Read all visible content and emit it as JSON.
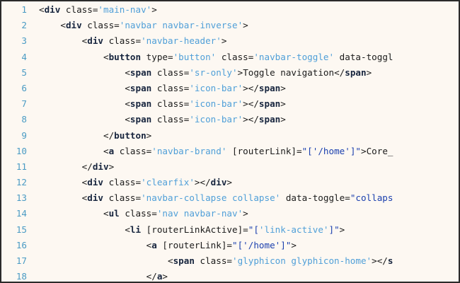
{
  "viewer": {
    "name": "html-source-code-viewer",
    "language": "html",
    "background_color": "#fdf8f2",
    "border_color": "#2b2b2b",
    "line_number_color": "#4a9bc4",
    "first_line": 1,
    "last_line": 18,
    "total_visible_lines": 18
  },
  "palette": {
    "tag": "#16243d",
    "attribute": "#1b1b1b",
    "single_quoted_string": "#4f9fd8",
    "double_quoted_string": "#1a3fae",
    "text": "#1b1b1b"
  },
  "line_numbers": [
    "1",
    "2",
    "3",
    "4",
    "5",
    "6",
    "7",
    "8",
    "9",
    "10",
    "11",
    "12",
    "13",
    "14",
    "15",
    "16",
    "17",
    "18"
  ],
  "lines": [
    {
      "number": "1",
      "indent": 0,
      "plain": "<div class='main-nav'>",
      "tokens": [
        {
          "t": "punct",
          "v": "<"
        },
        {
          "t": "tag",
          "v": "div"
        },
        {
          "t": "attr",
          "v": " class="
        },
        {
          "t": "str1",
          "v": "'main-nav'"
        },
        {
          "t": "punct",
          "v": ">"
        }
      ]
    },
    {
      "number": "2",
      "indent": 1,
      "plain": "<div class='navbar navbar-inverse'>",
      "tokens": [
        {
          "t": "punct",
          "v": "<"
        },
        {
          "t": "tag",
          "v": "div"
        },
        {
          "t": "attr",
          "v": " class="
        },
        {
          "t": "str1",
          "v": "'navbar navbar-inverse'"
        },
        {
          "t": "punct",
          "v": ">"
        }
      ]
    },
    {
      "number": "3",
      "indent": 2,
      "plain": "<div class='navbar-header'>",
      "tokens": [
        {
          "t": "punct",
          "v": "<"
        },
        {
          "t": "tag",
          "v": "div"
        },
        {
          "t": "attr",
          "v": " class="
        },
        {
          "t": "str1",
          "v": "'navbar-header'"
        },
        {
          "t": "punct",
          "v": ">"
        }
      ]
    },
    {
      "number": "4",
      "indent": 3,
      "plain": "<button type='button' class='navbar-toggle' data-toggl",
      "clipped": true,
      "tokens": [
        {
          "t": "punct",
          "v": "<"
        },
        {
          "t": "tag",
          "v": "button"
        },
        {
          "t": "attr",
          "v": " type="
        },
        {
          "t": "str1",
          "v": "'button'"
        },
        {
          "t": "attr",
          "v": " class="
        },
        {
          "t": "str1",
          "v": "'navbar-toggle'"
        },
        {
          "t": "attr",
          "v": " data-toggl"
        }
      ]
    },
    {
      "number": "5",
      "indent": 4,
      "plain": "<span class='sr-only'>Toggle navigation</span>",
      "tokens": [
        {
          "t": "punct",
          "v": "<"
        },
        {
          "t": "tag",
          "v": "span"
        },
        {
          "t": "attr",
          "v": " class="
        },
        {
          "t": "str1",
          "v": "'sr-only'"
        },
        {
          "t": "punct",
          "v": ">"
        },
        {
          "t": "text",
          "v": "Toggle navigation"
        },
        {
          "t": "punct",
          "v": "</"
        },
        {
          "t": "tag",
          "v": "span"
        },
        {
          "t": "punct",
          "v": ">"
        }
      ]
    },
    {
      "number": "6",
      "indent": 4,
      "plain": "<span class='icon-bar'></span>",
      "tokens": [
        {
          "t": "punct",
          "v": "<"
        },
        {
          "t": "tag",
          "v": "span"
        },
        {
          "t": "attr",
          "v": " class="
        },
        {
          "t": "str1",
          "v": "'icon-bar'"
        },
        {
          "t": "punct",
          "v": "></"
        },
        {
          "t": "tag",
          "v": "span"
        },
        {
          "t": "punct",
          "v": ">"
        }
      ]
    },
    {
      "number": "7",
      "indent": 4,
      "plain": "<span class='icon-bar'></span>",
      "tokens": [
        {
          "t": "punct",
          "v": "<"
        },
        {
          "t": "tag",
          "v": "span"
        },
        {
          "t": "attr",
          "v": " class="
        },
        {
          "t": "str1",
          "v": "'icon-bar'"
        },
        {
          "t": "punct",
          "v": "></"
        },
        {
          "t": "tag",
          "v": "span"
        },
        {
          "t": "punct",
          "v": ">"
        }
      ]
    },
    {
      "number": "8",
      "indent": 4,
      "plain": "<span class='icon-bar'></span>",
      "tokens": [
        {
          "t": "punct",
          "v": "<"
        },
        {
          "t": "tag",
          "v": "span"
        },
        {
          "t": "attr",
          "v": " class="
        },
        {
          "t": "str1",
          "v": "'icon-bar'"
        },
        {
          "t": "punct",
          "v": "></"
        },
        {
          "t": "tag",
          "v": "span"
        },
        {
          "t": "punct",
          "v": ">"
        }
      ]
    },
    {
      "number": "9",
      "indent": 3,
      "plain": "</button>",
      "tokens": [
        {
          "t": "punct",
          "v": "</"
        },
        {
          "t": "tag",
          "v": "button"
        },
        {
          "t": "punct",
          "v": ">"
        }
      ]
    },
    {
      "number": "10",
      "indent": 3,
      "plain": "<a class='navbar-brand' [routerLink]=\"['/home']\">Core_",
      "clipped": true,
      "tokens": [
        {
          "t": "punct",
          "v": "<"
        },
        {
          "t": "tag",
          "v": "a"
        },
        {
          "t": "attr",
          "v": " class="
        },
        {
          "t": "str1",
          "v": "'navbar-brand'"
        },
        {
          "t": "attr",
          "v": " [routerLink]="
        },
        {
          "t": "str2",
          "v": "\"['/home']\""
        },
        {
          "t": "punct",
          "v": ">"
        },
        {
          "t": "text",
          "v": "Core_"
        }
      ]
    },
    {
      "number": "11",
      "indent": 2,
      "plain": "</div>",
      "tokens": [
        {
          "t": "punct",
          "v": "</"
        },
        {
          "t": "tag",
          "v": "div"
        },
        {
          "t": "punct",
          "v": ">"
        }
      ]
    },
    {
      "number": "12",
      "indent": 2,
      "plain": "<div class='clearfix'></div>",
      "tokens": [
        {
          "t": "punct",
          "v": "<"
        },
        {
          "t": "tag",
          "v": "div"
        },
        {
          "t": "attr",
          "v": " class="
        },
        {
          "t": "str1",
          "v": "'clearfix'"
        },
        {
          "t": "punct",
          "v": "></"
        },
        {
          "t": "tag",
          "v": "div"
        },
        {
          "t": "punct",
          "v": ">"
        }
      ]
    },
    {
      "number": "13",
      "indent": 2,
      "plain": "<div class='navbar-collapse collapse' data-toggle=\"collaps",
      "clipped": true,
      "tokens": [
        {
          "t": "punct",
          "v": "<"
        },
        {
          "t": "tag",
          "v": "div"
        },
        {
          "t": "attr",
          "v": " class="
        },
        {
          "t": "str1",
          "v": "'navbar-collapse collapse'"
        },
        {
          "t": "attr",
          "v": " data-toggle="
        },
        {
          "t": "str2",
          "v": "\"collaps"
        }
      ]
    },
    {
      "number": "14",
      "indent": 3,
      "plain": "<ul class='nav navbar-nav'>",
      "tokens": [
        {
          "t": "punct",
          "v": "<"
        },
        {
          "t": "tag",
          "v": "ul"
        },
        {
          "t": "attr",
          "v": " class="
        },
        {
          "t": "str1",
          "v": "'nav navbar-nav'"
        },
        {
          "t": "punct",
          "v": ">"
        }
      ]
    },
    {
      "number": "15",
      "indent": 4,
      "plain": "<li [routerLinkActive]=\"['link-active']\">",
      "tokens": [
        {
          "t": "punct",
          "v": "<"
        },
        {
          "t": "tag",
          "v": "li"
        },
        {
          "t": "attr",
          "v": " [routerLinkActive]="
        },
        {
          "t": "str2",
          "v": "\"["
        },
        {
          "t": "str1",
          "v": "'link-active'"
        },
        {
          "t": "str2",
          "v": "]\""
        },
        {
          "t": "punct",
          "v": ">"
        }
      ]
    },
    {
      "number": "16",
      "indent": 5,
      "plain": "<a [routerLink]=\"['/home']\">",
      "tokens": [
        {
          "t": "punct",
          "v": "<"
        },
        {
          "t": "tag",
          "v": "a"
        },
        {
          "t": "attr",
          "v": " [routerLink]="
        },
        {
          "t": "str2",
          "v": "\"['/home']\""
        },
        {
          "t": "punct",
          "v": ">"
        }
      ]
    },
    {
      "number": "17",
      "indent": 6,
      "plain": "<span class='glyphicon glyphicon-home'></s",
      "clipped": true,
      "tokens": [
        {
          "t": "punct",
          "v": "<"
        },
        {
          "t": "tag",
          "v": "span"
        },
        {
          "t": "attr",
          "v": " class="
        },
        {
          "t": "str1",
          "v": "'glyphicon glyphicon-home'"
        },
        {
          "t": "punct",
          "v": "></"
        },
        {
          "t": "tag",
          "v": "s"
        }
      ]
    },
    {
      "number": "18",
      "indent": 5,
      "plain": "</a>",
      "tokens": [
        {
          "t": "punct",
          "v": "</"
        },
        {
          "t": "tag",
          "v": "a"
        },
        {
          "t": "punct",
          "v": ">"
        }
      ]
    }
  ]
}
